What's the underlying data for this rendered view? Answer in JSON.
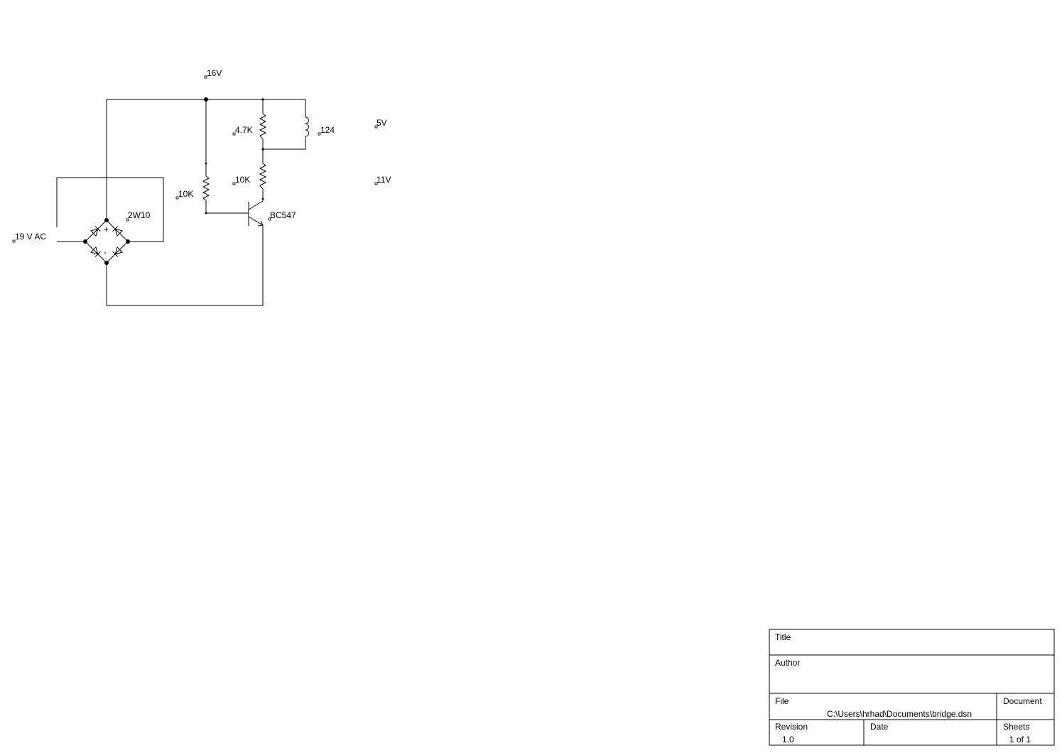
{
  "schematic": {
    "ac_source_label": "19 V AC",
    "bridge_label": "2W10",
    "bridge_plus": "+",
    "bridge_minus": "-",
    "rail_label": "16V",
    "resistor_base_label": "10K",
    "resistor_top_label": "4.7K",
    "resistor_collector_label": "10K",
    "inductor_label": "124",
    "transistor_label": "BC547",
    "voltage_5v_label": "5V",
    "voltage_11v_label": "11V"
  },
  "title_block": {
    "title_label": "Title",
    "author_label": "Author",
    "file_label": "File",
    "file_value": "C:\\Users\\hrhad\\Documents\\bridge.dsn",
    "document_label": "Document",
    "revision_label": "Revision",
    "revision_value": "1.0",
    "date_label": "Date",
    "sheets_label": "Sheets",
    "sheets_value": "1 of 1"
  }
}
